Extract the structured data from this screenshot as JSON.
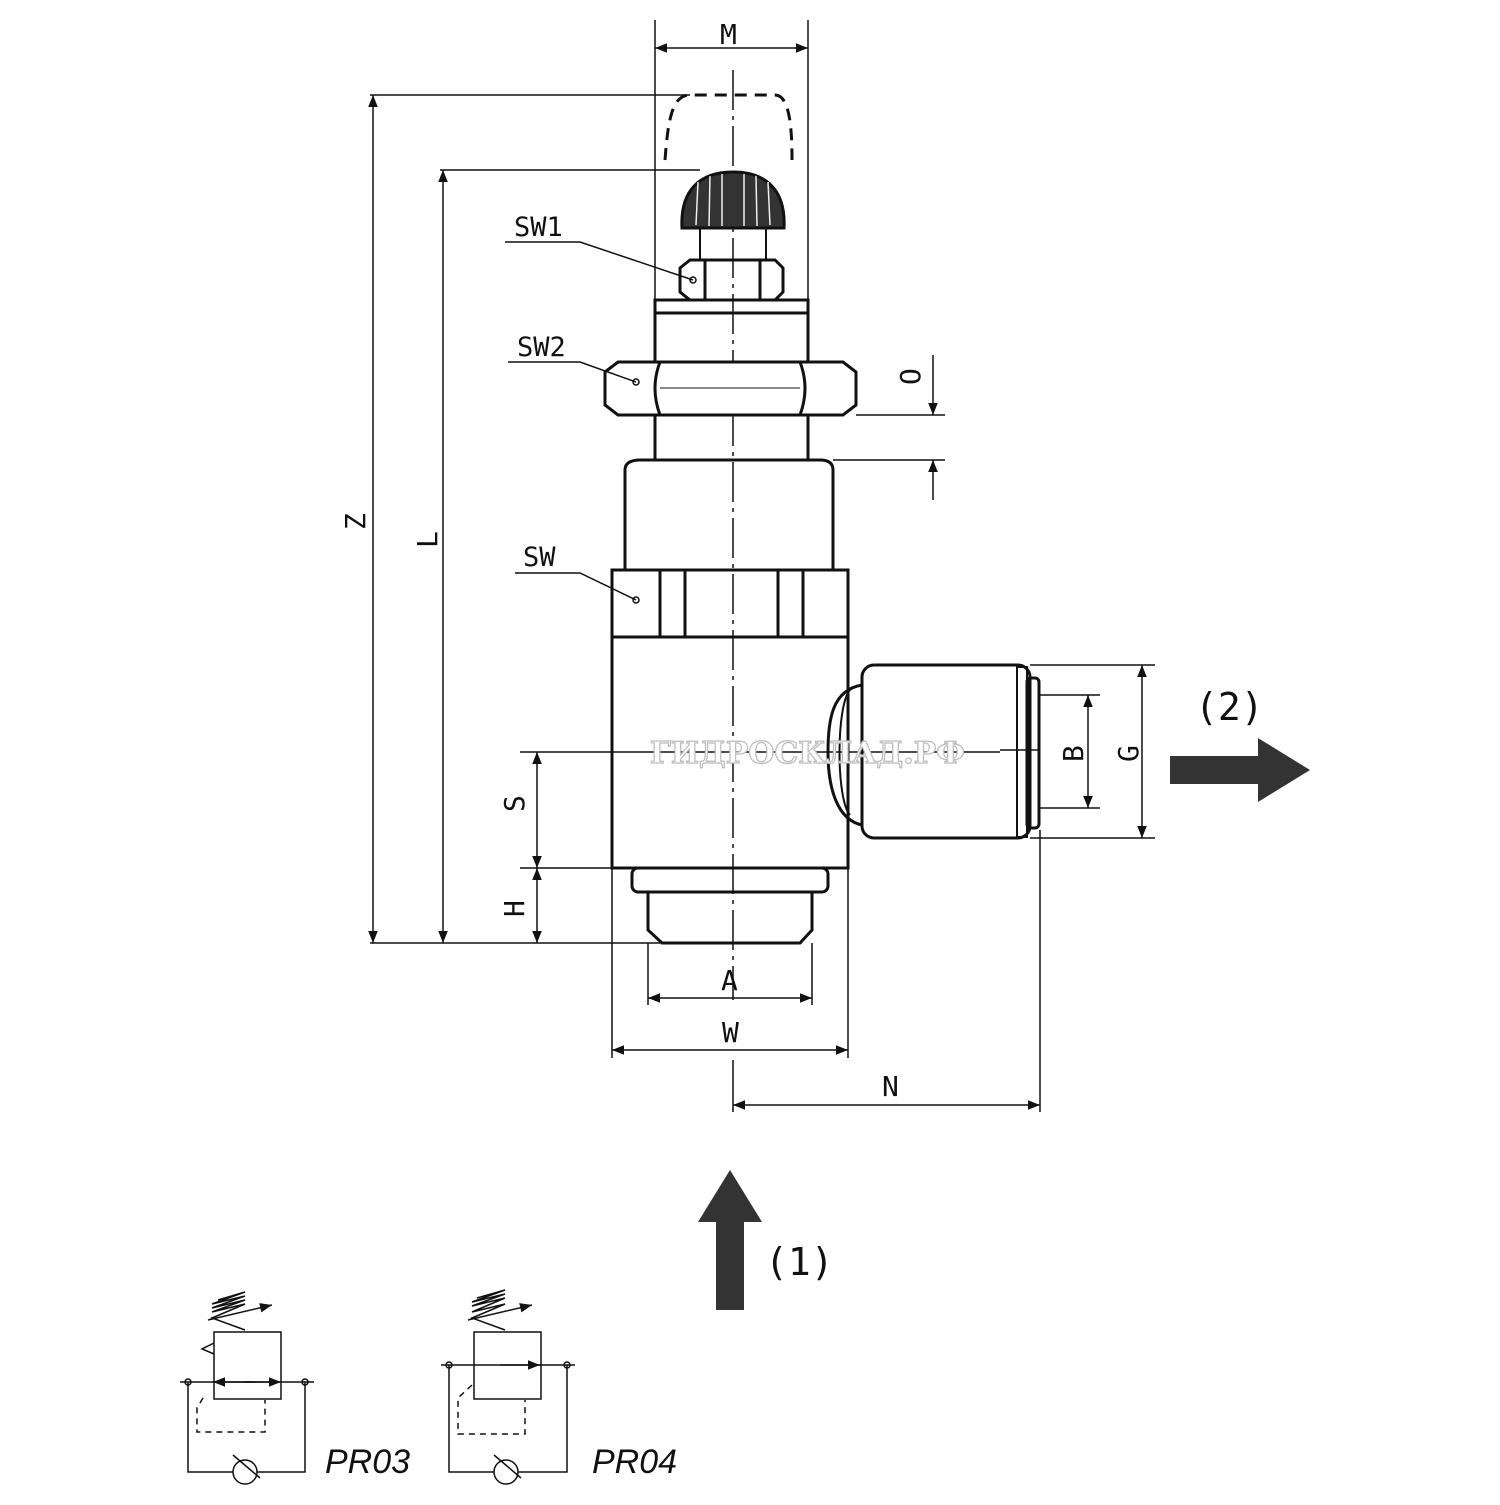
{
  "dimensions": {
    "M": "M",
    "Z": "Z",
    "L": "L",
    "O": "O",
    "S": "S",
    "H": "H",
    "A": "A",
    "W": "W",
    "N": "N",
    "B": "B",
    "G": "G"
  },
  "parts": {
    "sw1": "SW1",
    "sw2": "SW2",
    "sw": "SW"
  },
  "ports": {
    "inlet": "(1)",
    "outlet": "(2)"
  },
  "symbols": {
    "pr03": "PR03",
    "pr04": "PR04"
  },
  "watermark": "ГИДРОСКЛАД.РФ",
  "colors": {
    "line": "#111111",
    "background": "#ffffff"
  }
}
